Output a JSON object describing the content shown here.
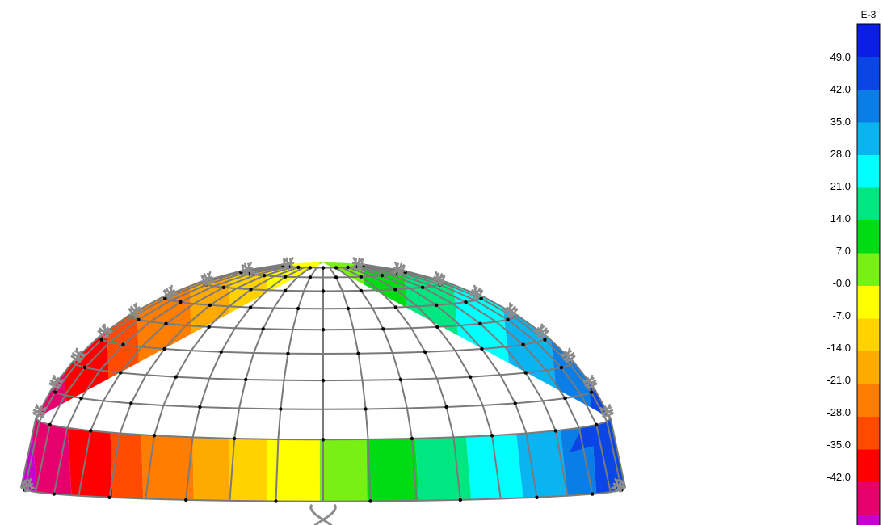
{
  "legend": {
    "unit_label": "E-3",
    "band_colors": [
      "#0a1ee6",
      "#0a46e6",
      "#0a7ee6",
      "#0ab4f0",
      "#00ffff",
      "#00e680",
      "#00dc14",
      "#78f014",
      "#ffff00",
      "#ffd200",
      "#ffaa00",
      "#ff7d00",
      "#ff4b00",
      "#ff0000",
      "#e6006e",
      "#c800d2"
    ],
    "tick_labels": [
      "49.0",
      "42.0",
      "35.0",
      "28.0",
      "21.0",
      "14.0",
      "7.0",
      "-0.0",
      "-7.0",
      "-14.0",
      "-21.0",
      "-28.0",
      "-35.0",
      "-42.0"
    ]
  },
  "model": {
    "mesh_color": "#7a7a7a",
    "node_color": "#000000",
    "support_color": "#8c8c8c",
    "support_icon": "spring-support-icon",
    "base_support_icon": "pinned-spring-support-icon"
  }
}
